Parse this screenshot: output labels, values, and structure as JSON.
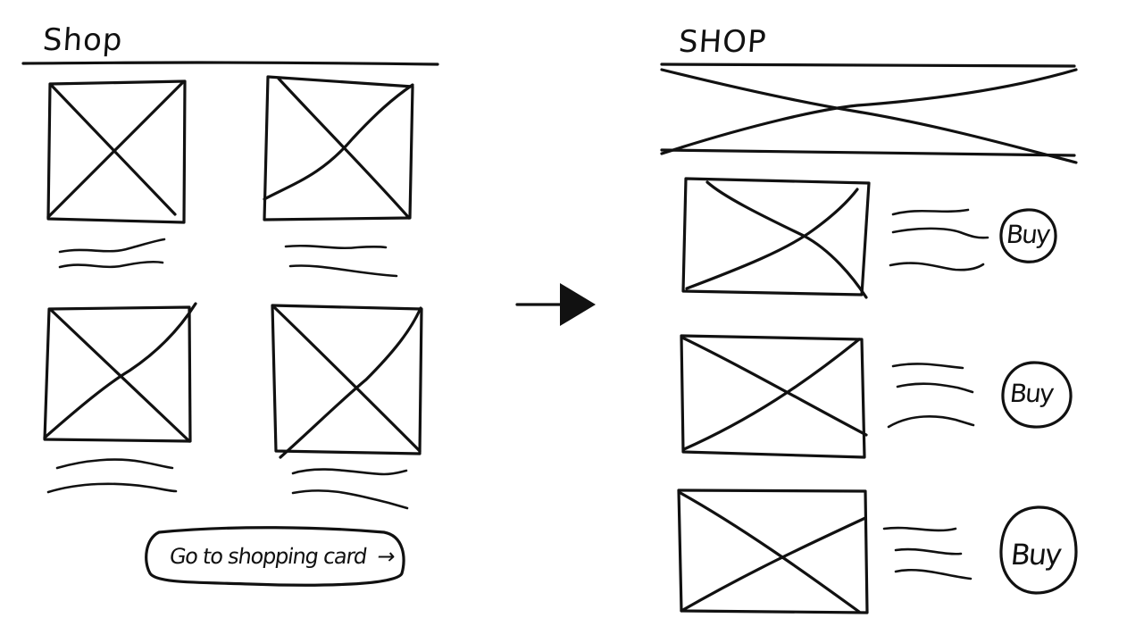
{
  "left": {
    "title": "Shop",
    "cart_button_label": "Go to shopping card"
  },
  "right": {
    "title": "SHOP",
    "buy_labels": [
      "Buy",
      "Buy",
      "Buy"
    ]
  },
  "arrow": {
    "icon": "right-arrow-icon"
  }
}
